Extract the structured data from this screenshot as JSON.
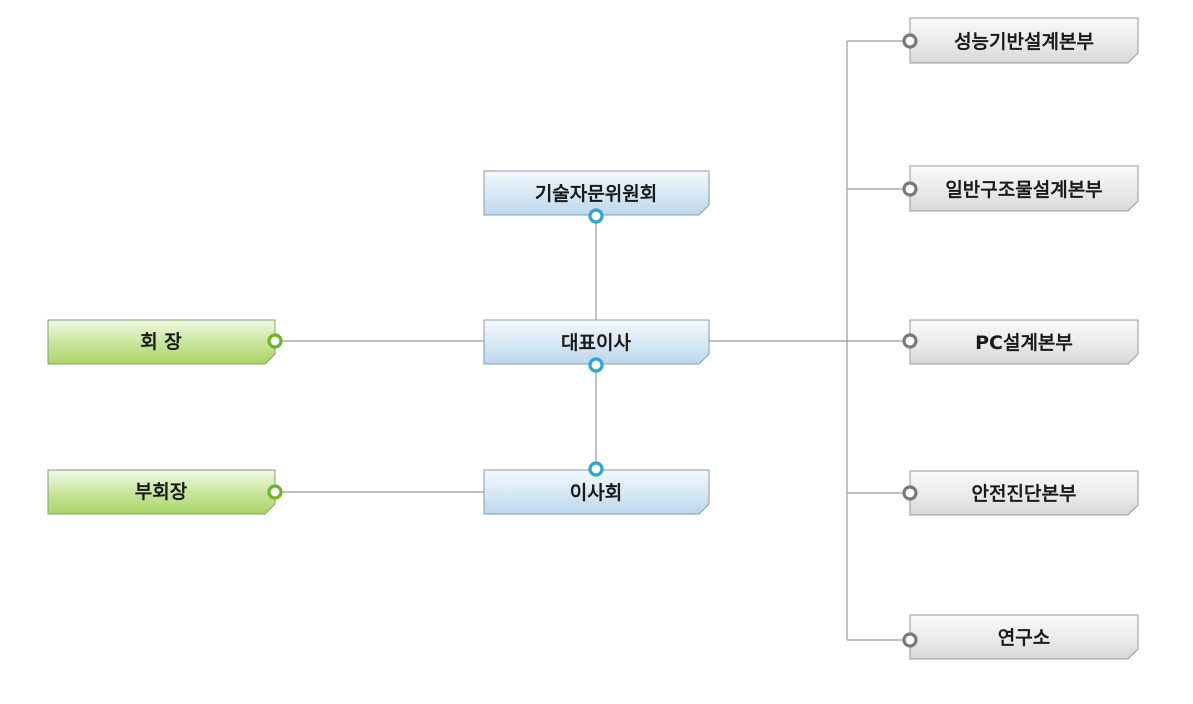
{
  "nodes": {
    "chairman": "회 장",
    "vice_chairman": "부회장",
    "ceo": "대표이사",
    "advisory_committee": "기술자문위원회",
    "board": "이사회",
    "div_performance": "성능기반설계본부",
    "div_general": "일반구조물설계본부",
    "div_pc": "PC설계본부",
    "div_safety": "안전진단본부",
    "div_research": "연구소"
  },
  "colors": {
    "green_node": "#b9de7e",
    "blue_node": "#cfe4f3",
    "gray_node": "#e4e6e7",
    "line": "#9a9a9a",
    "green_dot": "#6cb526",
    "blue_dot": "#2aa7cf",
    "gray_dot": "#7a7a7a"
  }
}
